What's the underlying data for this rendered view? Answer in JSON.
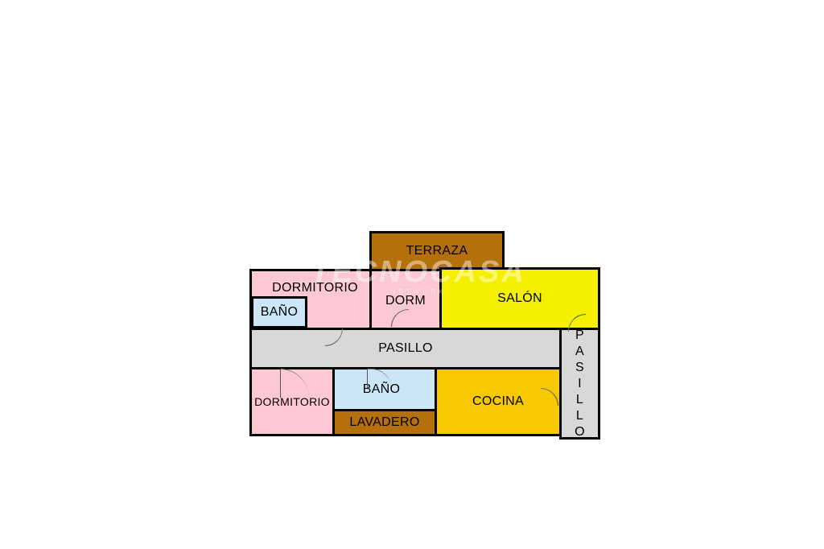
{
  "colors": {
    "dormitorio": "#fcc8d4",
    "bano": "#cce6f8",
    "salon": "#f5f000",
    "cocina": "#f7c800",
    "terraza": "#b4700a",
    "lavadero": "#b4700a",
    "pasillo": "#d8d8d8"
  },
  "rooms": {
    "terraza": "TERRAZA",
    "dormitorio_top": "DORMITORIO",
    "bano_top": "BAÑO",
    "dorm_small": "DORM",
    "salon": "SALÓN",
    "pasillo_main": "PASILLO",
    "pasillo_vertical_letters": [
      "P",
      "A",
      "S",
      "I",
      "L",
      "L",
      "O"
    ],
    "dormitorio_bottom": "DORMITORIO",
    "bano_bottom": "BAÑO",
    "lavadero": "LAVADERO",
    "cocina": "COCINA"
  },
  "watermark": {
    "main": "TECNOCASA",
    "sub": "NETWORK"
  }
}
